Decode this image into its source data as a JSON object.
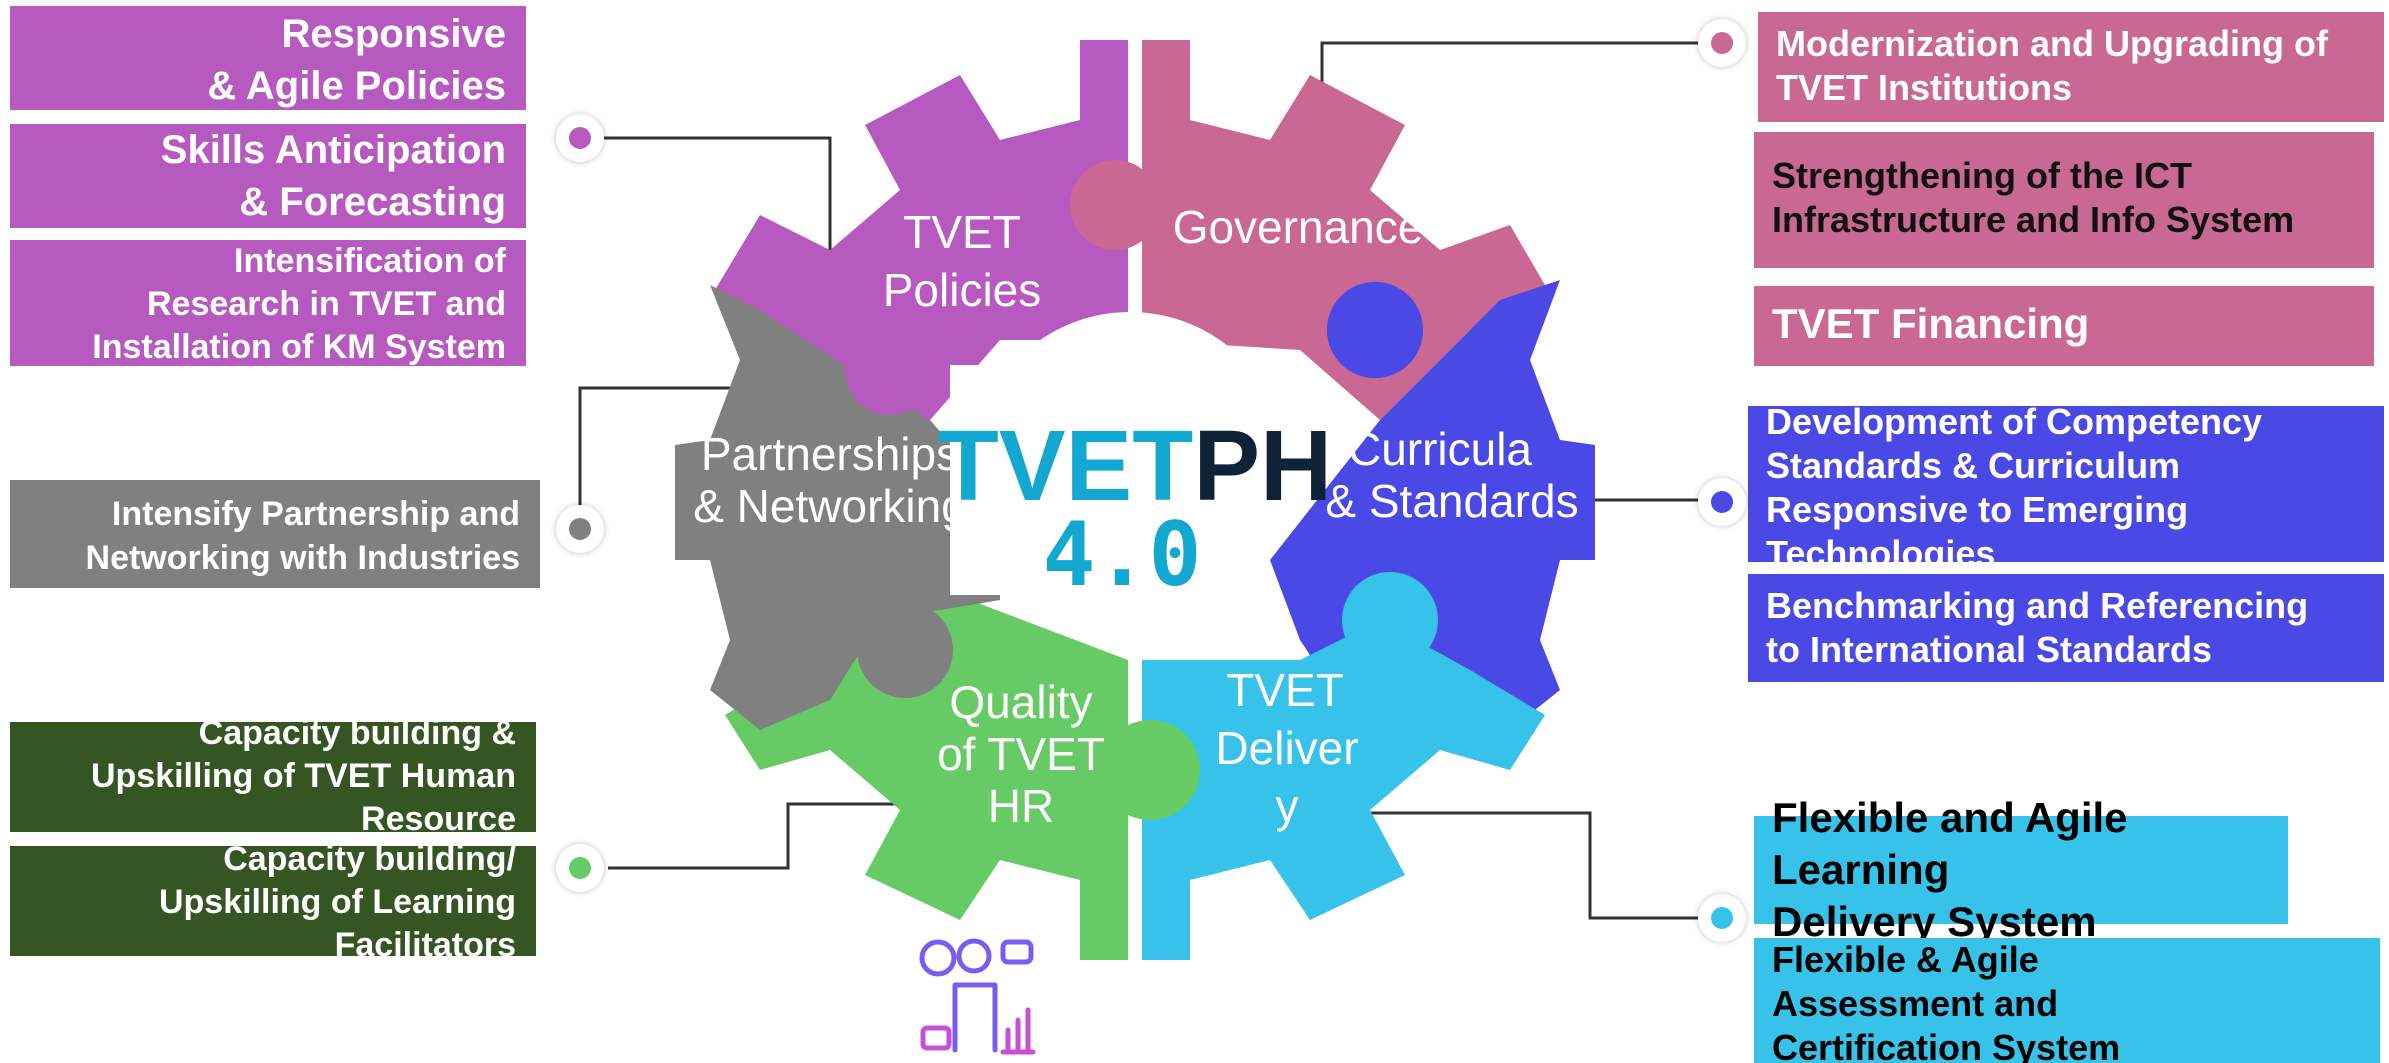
{
  "colors": {
    "policies": "#b65abf",
    "governance": "#c96893",
    "curricula": "#4b49e6",
    "delivery": "#37c2ea",
    "quality": "#66cb64",
    "partnerships": "#808080",
    "green_box": "#355523"
  },
  "logo": {
    "name": "TVETPH 4.0 logo",
    "text_top": "TVETPH",
    "text_bottom": "4.0"
  },
  "icon": "person-analytics-icon",
  "gears": [
    {
      "key": "policies",
      "label": "TVET\nPolicies"
    },
    {
      "key": "governance",
      "label": "Governance"
    },
    {
      "key": "curricula",
      "label": "Curricula\n& Standards"
    },
    {
      "key": "delivery",
      "label": "TVET\nDeliver\ny"
    },
    {
      "key": "quality",
      "label": "Quality\nof TVET\nHR"
    },
    {
      "key": "partnerships",
      "label": "Partnerships\n& Networking"
    }
  ],
  "left_boxes": [
    {
      "text": "Responsive\n& Agile Policies"
    },
    {
      "text": "Skills Anticipation\n& Forecasting"
    },
    {
      "text": "Intensification of\nResearch in TVET and\nInstallation of KM System"
    },
    {
      "text": "Intensify Partnership and\nNetworking with Industries"
    },
    {
      "text": "Capacity building &\nUpskilling of TVET Human\nResource"
    },
    {
      "text": "Capacity building/\nUpskilling of Learning\nFacilitators"
    }
  ],
  "right_boxes": [
    {
      "text": "Modernization and Upgrading of\nTVET Institutions"
    },
    {
      "text": "Strengthening of the ICT\nInfrastructure and Info System"
    },
    {
      "text": "TVET Financing"
    },
    {
      "text": "Development of Competency\nStandards & Curriculum\nResponsive to Emerging\nTechnologies"
    },
    {
      "text": "Benchmarking and Referencing\nto International Standards"
    },
    {
      "text": "Flexible and Agile\nLearning\nDelivery System"
    },
    {
      "text": "Flexible & Agile\nAssessment and\nCertification System"
    }
  ]
}
